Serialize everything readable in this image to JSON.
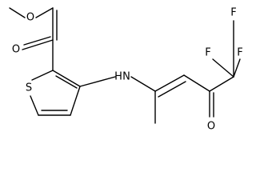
{
  "atoms": {
    "ester_oxygen": "O",
    "carbonyl_oxygen_ester": "O",
    "thiophene_sulfur": "S",
    "amine": "H",
    "amine_n": "N",
    "ketone_oxygen": "O",
    "fluorine_1": "F",
    "fluorine_2": "F",
    "fluorine_3": "F"
  }
}
